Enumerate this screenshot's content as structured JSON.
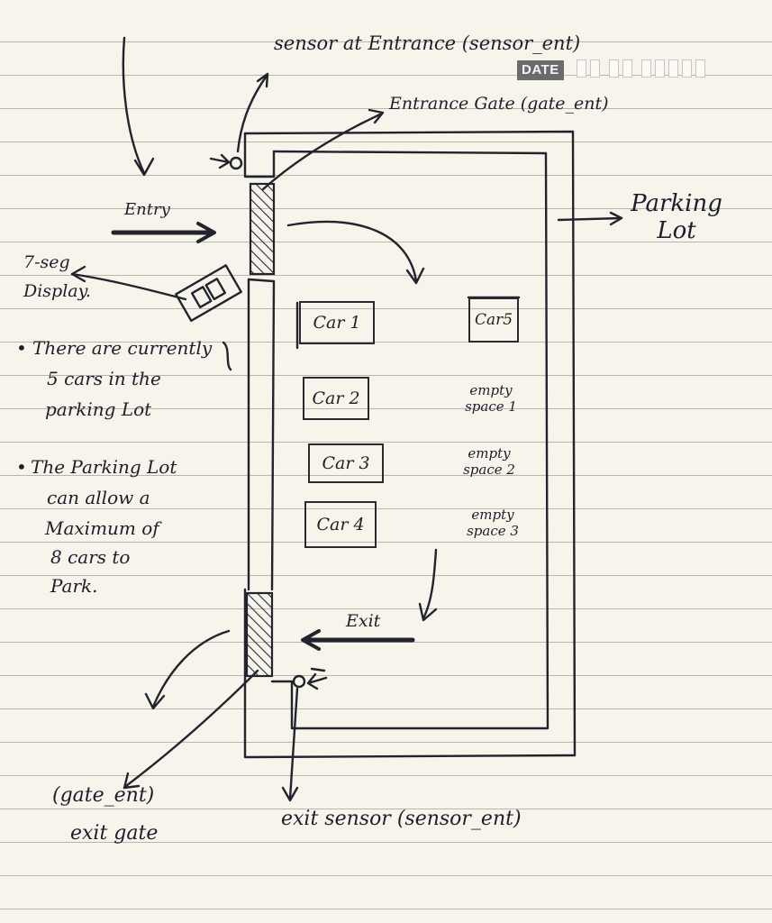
{
  "labels": {
    "sensor_entrance": "sensor at Entrance (sensor_ent)",
    "entrance_gate": "Entrance Gate (gate_ent)",
    "parking_lot": "Parking Lot",
    "entry": "Entry",
    "seven_seg_line1": "7-seg",
    "seven_seg_line2": "Display.",
    "note_current": [
      "There are currently",
      "5 cars in the",
      "parking Lot"
    ],
    "note_max": [
      "The Parking Lot",
      "can allow a",
      "Maximum of",
      "8 cars to",
      "Park."
    ],
    "exit": "Exit",
    "exit_gate_line1": "(gate_ent)",
    "exit_gate_line2": "exit gate",
    "exit_sensor": "exit sensor (sensor_ent)"
  },
  "date_badge": "DATE",
  "cars": [
    "Car 1",
    "Car 2",
    "Car 3",
    "Car 4",
    "Car5"
  ],
  "empty_spaces": [
    {
      "line1": "empty",
      "line2": "space 1"
    },
    {
      "line1": "empty",
      "line2": "space 2"
    },
    {
      "line1": "empty",
      "line2": "space 3"
    }
  ],
  "colors": {
    "ink": "#1e1e2a",
    "paper": "#f7f4ec",
    "rule_line": "#b9b6ad",
    "date_badge": "#6b6b6b"
  }
}
